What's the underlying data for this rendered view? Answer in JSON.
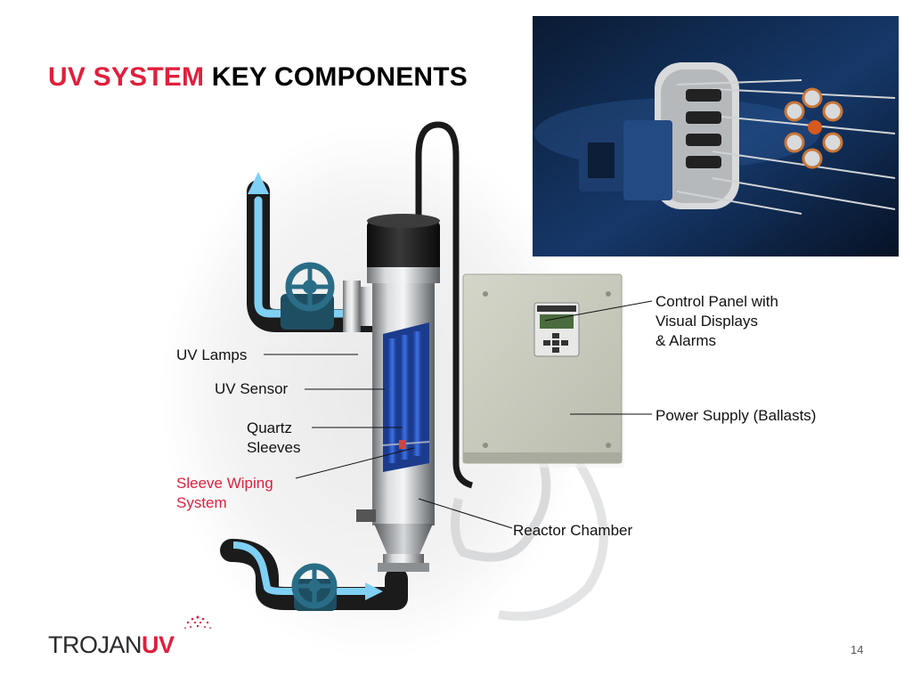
{
  "slide": {
    "title_accent": "UV SYSTEM",
    "title_rest": "KEY COMPONENTS",
    "page_number": "14"
  },
  "callouts": {
    "uv_lamps": "UV Lamps",
    "uv_sensor": "UV Sensor",
    "quartz_sleeves": [
      "Quartz",
      "Sleeves"
    ],
    "sleeve_wiping": [
      "Sleeve Wiping",
      "System"
    ],
    "control_panel": [
      "Control Panel with",
      "Visual Displays",
      "& Alarms"
    ],
    "power_supply": "Power Supply (Ballasts)",
    "reactor_chamber": "Reactor Chamber"
  },
  "logo": {
    "trojan": "TROJAN",
    "uv": "UV"
  },
  "colors": {
    "accent_red": "#e01f3d",
    "water_blue": "#6fc4ee",
    "panel_beige": "#c9cbbd",
    "lamp_blue": "#2a5fd6"
  }
}
